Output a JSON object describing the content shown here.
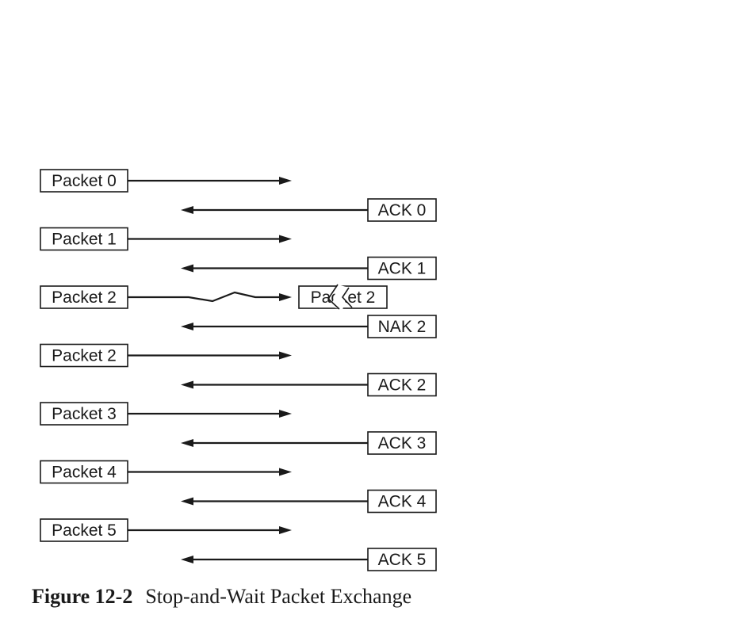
{
  "exchanges": [
    {
      "packet": "Packet 0",
      "reply": "ACK 0"
    },
    {
      "packet": "Packet 1",
      "reply": "ACK 1"
    },
    {
      "packet": "Packet 2",
      "reply": "NAK 2",
      "damaged": true,
      "damaged_label": "Packet 2"
    },
    {
      "packet": "Packet 2",
      "reply": "ACK 2"
    },
    {
      "packet": "Packet 3",
      "reply": "ACK 3"
    },
    {
      "packet": "Packet 4",
      "reply": "ACK 4"
    },
    {
      "packet": "Packet 5",
      "reply": "ACK 5"
    }
  ],
  "caption": {
    "number": "Figure 12-2",
    "title": "Stop-and-Wait Packet Exchange"
  }
}
